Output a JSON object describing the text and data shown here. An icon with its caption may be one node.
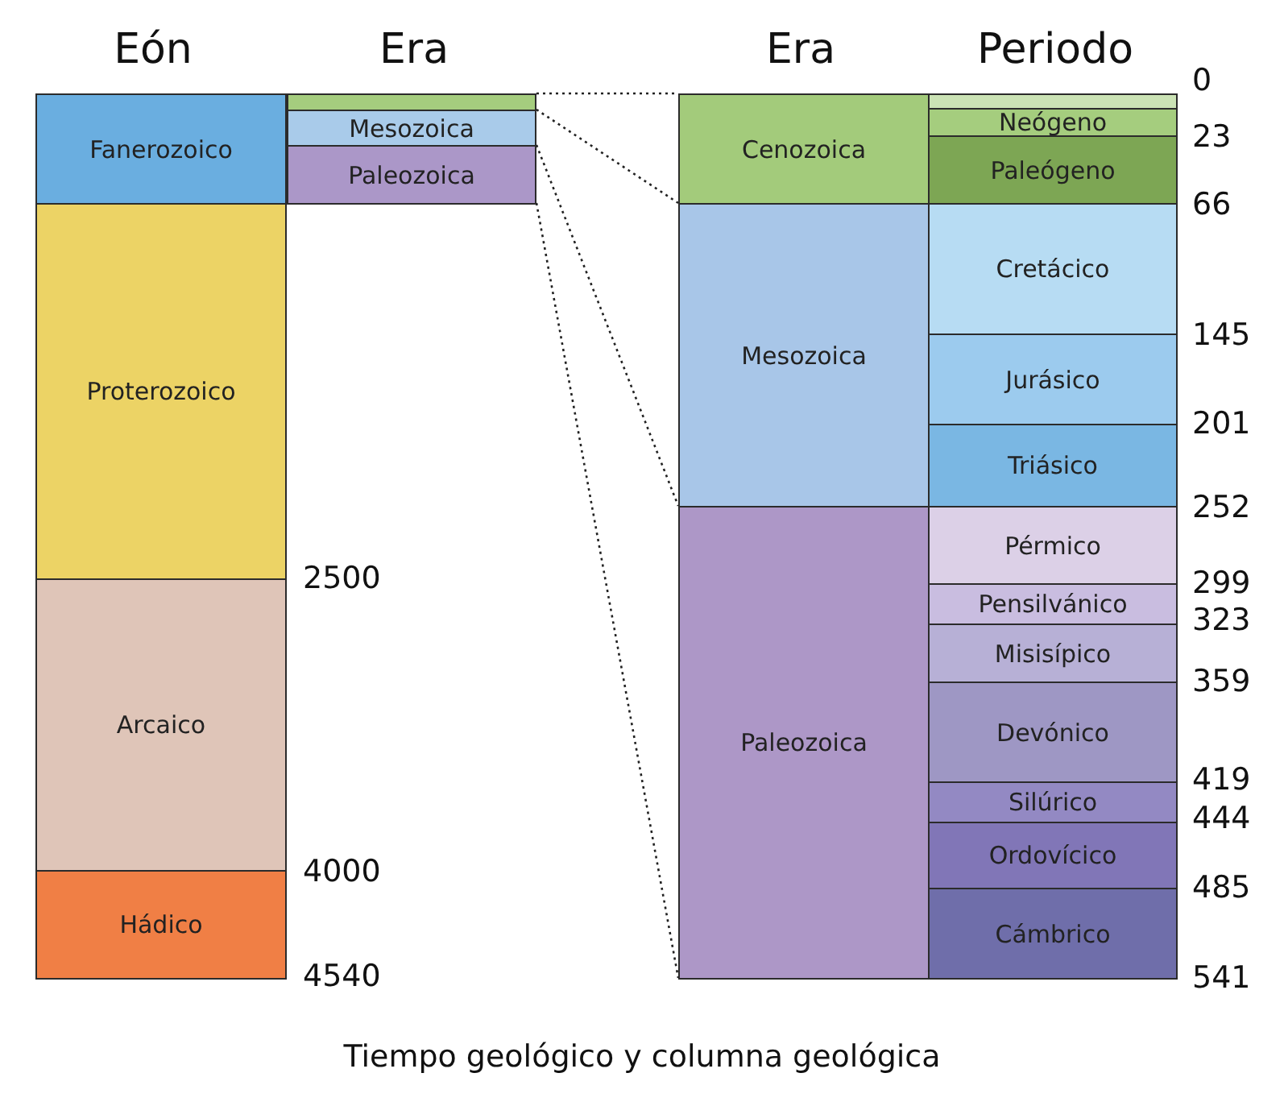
{
  "diagram": {
    "caption": "Tiempo geológico y columna geológica",
    "nodes": [
      {
        "text": [
          "Fanerozoico"
        ]
      },
      {
        "text": [
          "Proterozoico"
        ]
      },
      {
        "text": [
          "Arcaico"
        ]
      },
      {
        "text": [
          "Hádico"
        ]
      },
      {
        "text": [],
        "shape": "box"
      },
      {
        "text": [
          "Mesozoica"
        ]
      },
      {
        "text": [
          "Paleozoica"
        ]
      },
      {
        "text": [
          "Cenozoica"
        ]
      },
      {
        "text": [],
        "shape": "box"
      },
      {
        "text": [
          "Neógeno"
        ]
      },
      {
        "text": [
          "Paleógeno"
        ]
      },
      {
        "text": [
          "Mesozoica"
        ]
      },
      {
        "text": [
          "Cretácico"
        ]
      },
      {
        "text": [
          "Jurásico"
        ]
      },
      {
        "text": [
          "Triásico"
        ]
      },
      {
        "text": [
          "Paleozoica"
        ]
      },
      {
        "text": [
          "Pérmico"
        ]
      },
      {
        "text": [
          "Pensilvánico"
        ]
      },
      {
        "text": [
          "Misisípico"
        ]
      },
      {
        "text": [
          "Devónico"
        ]
      },
      {
        "text": [
          "Silúrico"
        ]
      },
      {
        "text": [
          "Ordovícico"
        ]
      },
      {
        "text": [
          "Cámbrico"
        ]
      }
    ],
    "edges": [
      {
        "from": 4,
        "to": 7,
        "arrow": "none",
        "style": "dashed"
      },
      {
        "from": 5,
        "to": 11,
        "arrow": "none",
        "style": "dashed"
      },
      {
        "from": 6,
        "to": 15,
        "arrow": "none",
        "style": "dashed"
      },
      {
        "from": 6,
        "to": 15,
        "arrow": "none",
        "style": "dashed"
      }
    ],
    "labels": [
      "Eón",
      "Era",
      "Era",
      "Periodo",
      "0",
      "23",
      "66",
      "145",
      "201",
      "2500",
      "252",
      "299",
      "323",
      "359",
      "419",
      "4000",
      "444",
      "485",
      "4540",
      "541"
    ]
  }
}
